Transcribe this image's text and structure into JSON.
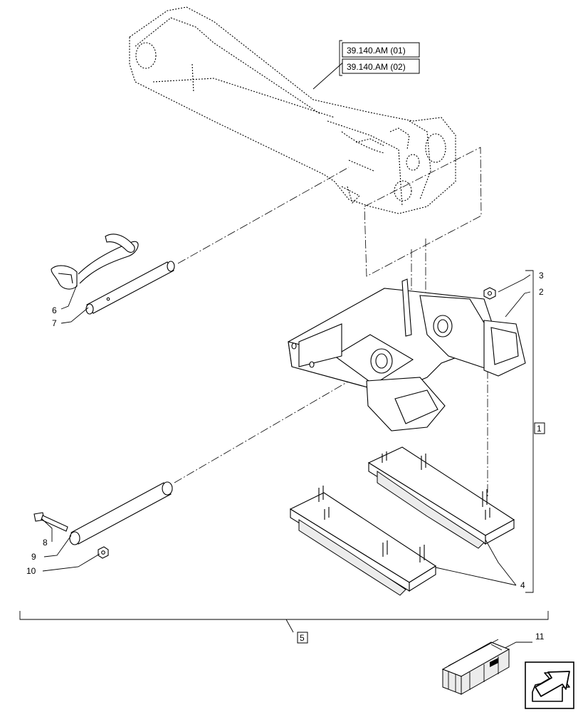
{
  "references": [
    "39.140.AM (01)",
    "39.140.AM (02)"
  ],
  "callouts": {
    "c1": "1",
    "c2": "2",
    "c3": "3",
    "c4": "4",
    "c5": "5",
    "c6": "6",
    "c7": "7",
    "c8": "8",
    "c9": "9",
    "c10": "10",
    "c11": "11"
  },
  "icons": {
    "kit_box": "packaging-crate-icon",
    "nav": "next-page-arrow-icon"
  }
}
